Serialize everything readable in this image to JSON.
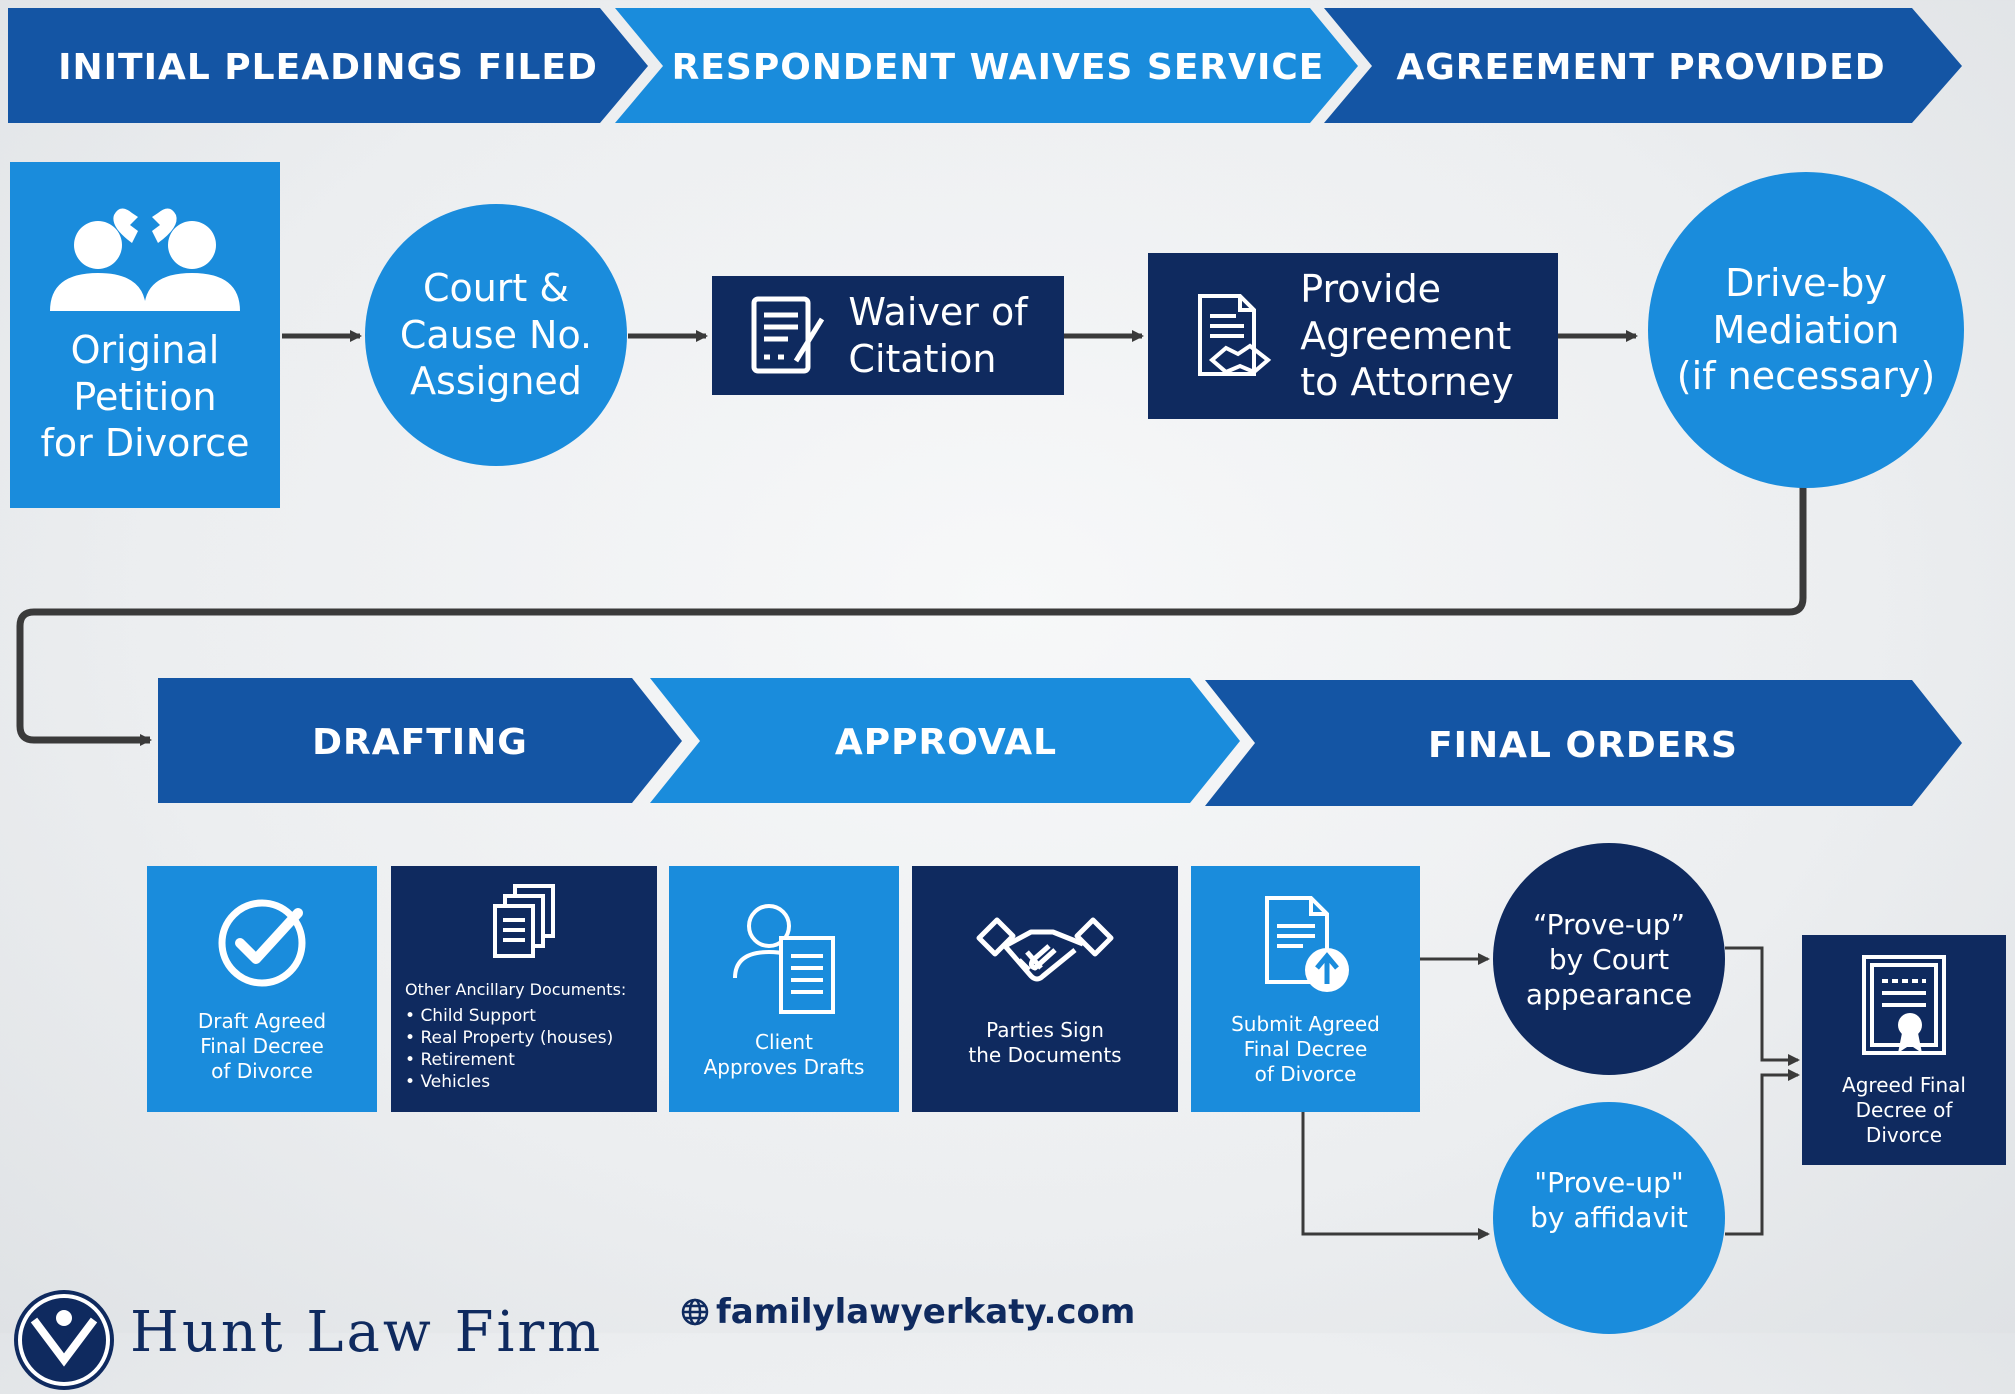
{
  "stages_top": [
    {
      "label": "INITIAL PLEADINGS FILED"
    },
    {
      "label": "RESPONDENT WAIVES SERVICE"
    },
    {
      "label": "AGREEMENT PROVIDED"
    }
  ],
  "stages_bottom": [
    {
      "label": "DRAFTING"
    },
    {
      "label": "APPROVAL"
    },
    {
      "label": "FINAL ORDERS"
    }
  ],
  "top_steps": {
    "petition": {
      "lines": [
        "Original",
        "Petition",
        "for Divorce"
      ],
      "icon": "couple-broken-heart-icon"
    },
    "court": {
      "lines": [
        "Court &",
        "Cause No.",
        "Assigned"
      ]
    },
    "waiver": {
      "lines": [
        "Waiver of",
        "Citation"
      ],
      "icon": "document-sign-icon"
    },
    "agreement": {
      "lines": [
        "Provide",
        "Agreement",
        "to Attorney"
      ],
      "icon": "document-handshake-icon"
    },
    "mediation": {
      "lines": [
        "Drive-by",
        "Mediation",
        "(if necessary)"
      ]
    }
  },
  "bottom_steps": {
    "draft": {
      "lines": [
        "Draft Agreed",
        "Final Decree",
        "of Divorce"
      ],
      "icon": "checkmark-circle-icon"
    },
    "ancillary": {
      "title": "Other Ancillary Documents:",
      "items": [
        "Child Support",
        "Real Property (houses)",
        "Retirement",
        "Vehicles"
      ],
      "icon": "stacked-documents-icon"
    },
    "client": {
      "lines": [
        "Client",
        "Approves Drafts"
      ],
      "icon": "person-document-icon"
    },
    "sign": {
      "lines": [
        "Parties Sign",
        "the Documents"
      ],
      "icon": "handshake-icon"
    },
    "submit": {
      "lines": [
        "Submit Agreed",
        "Final Decree",
        "of Divorce"
      ],
      "icon": "document-upload-icon"
    },
    "proveup_court": {
      "lines": [
        "“Prove-up”",
        "by Court",
        "appearance"
      ]
    },
    "proveup_affidavit": {
      "lines": [
        "\"Prove-up\"",
        "by affidavit"
      ]
    },
    "final": {
      "lines": [
        "Agreed Final",
        "Decree of",
        "Divorce"
      ],
      "icon": "certificate-icon"
    }
  },
  "footer": {
    "url": "familylawyerkaty.com",
    "globe_icon": "globe-icon",
    "logo_text": "Hunt Law Firm"
  },
  "colors": {
    "dark_blue": "#0f2a5f",
    "mid_blue": "#1455a4",
    "light_blue": "#1a8cdc",
    "connector": "#3a3a3a"
  }
}
